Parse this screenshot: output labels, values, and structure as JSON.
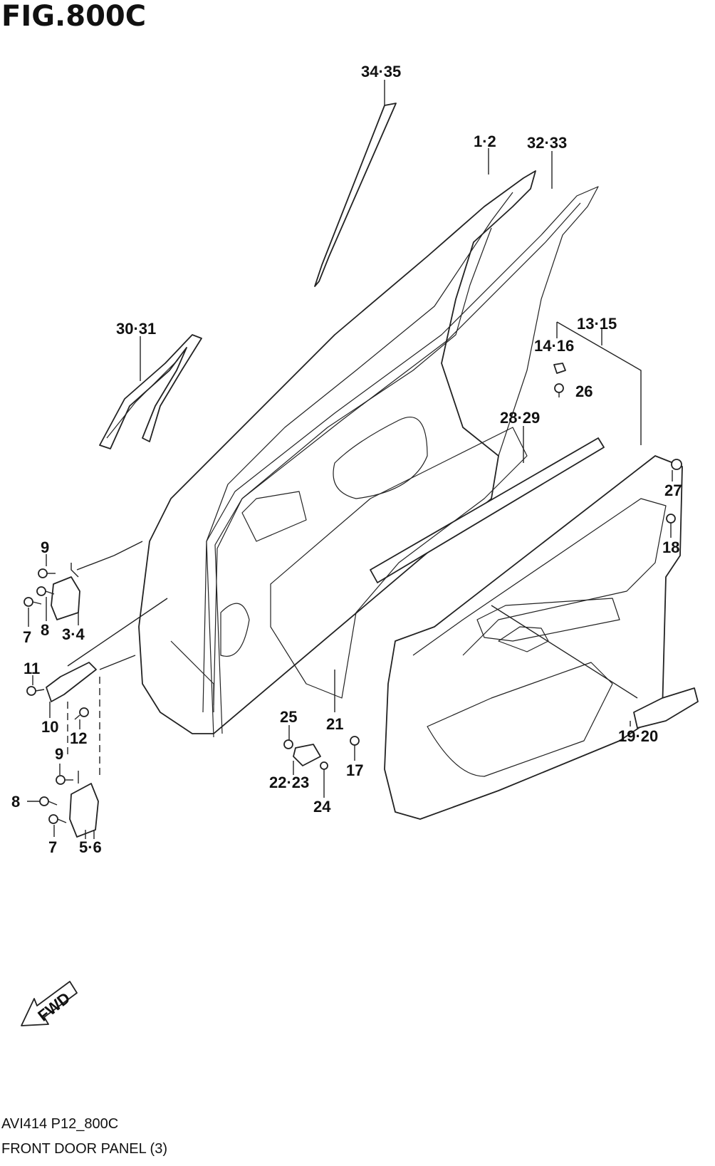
{
  "figure": {
    "title": "FIG.800C",
    "code": "AVI414 P12_800C",
    "caption": "FRONT DOOR PANEL (3)",
    "fwd_label": "FWD"
  },
  "callouts": [
    {
      "id": "c-34-35",
      "text": "34·35"
    },
    {
      "id": "c-1-2",
      "text": "1·2"
    },
    {
      "id": "c-32-33",
      "text": "32·33"
    },
    {
      "id": "c-30-31",
      "text": "30·31"
    },
    {
      "id": "c-13-15",
      "text": "13·15"
    },
    {
      "id": "c-14-16",
      "text": "14·16"
    },
    {
      "id": "c-26",
      "text": "26"
    },
    {
      "id": "c-28-29",
      "text": "28·29"
    },
    {
      "id": "c-27",
      "text": "27"
    },
    {
      "id": "c-18",
      "text": "18"
    },
    {
      "id": "c-9a",
      "text": "9"
    },
    {
      "id": "c-7a",
      "text": "7"
    },
    {
      "id": "c-8a",
      "text": "8"
    },
    {
      "id": "c-3-4",
      "text": "3·4"
    },
    {
      "id": "c-11",
      "text": "11"
    },
    {
      "id": "c-10",
      "text": "10"
    },
    {
      "id": "c-12",
      "text": "12"
    },
    {
      "id": "c-9b",
      "text": "9"
    },
    {
      "id": "c-8b",
      "text": "8"
    },
    {
      "id": "c-7b",
      "text": "7"
    },
    {
      "id": "c-5-6",
      "text": "5·6"
    },
    {
      "id": "c-25",
      "text": "25"
    },
    {
      "id": "c-21",
      "text": "21"
    },
    {
      "id": "c-22-23",
      "text": "22·23"
    },
    {
      "id": "c-24",
      "text": "24"
    },
    {
      "id": "c-17",
      "text": "17"
    },
    {
      "id": "c-19-20",
      "text": "19·20"
    }
  ]
}
